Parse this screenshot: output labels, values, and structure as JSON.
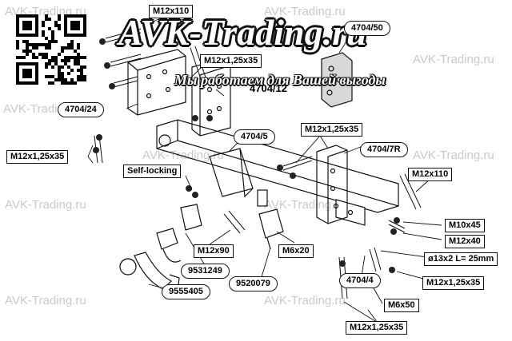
{
  "watermark": {
    "text": "AVK-Trading.ru",
    "brand": "AVK-Trading.ru",
    "slogan": "Мы работаем для Вашей выгоды"
  },
  "labels": {
    "m12x110_top": "M12x110",
    "m12x125x35_top": "M12x1,25x35",
    "p4704_12": "4704/12",
    "p4704_50": "4704/50",
    "p4704_24": "4704/24",
    "p4704_5": "4704/5",
    "m12x125x35_mid": "M12x1,25x35",
    "p4704_7r": "4704/7R",
    "m12x125x35_left": "M12x1,25x35",
    "self_locking": "Self-locking",
    "m12x110_right": "M12x110",
    "m10x45": "M10x45",
    "m12x40": "M12x40",
    "m12x90": "M12x90",
    "m6x20": "M6x20",
    "washer": "ø13x2 L= 25mm",
    "p9531249": "9531249",
    "p9520079": "9520079",
    "p4704_4": "4704/4",
    "m12x125x35_br": "M12x1,25x35",
    "p9555405": "9555405",
    "m6x50": "M6x50",
    "m12x125x35_bottom": "M12x1,25x35"
  },
  "colors": {
    "line": "#111111",
    "watermark": "#c9c9c9",
    "plate": "#d8d8d8"
  }
}
